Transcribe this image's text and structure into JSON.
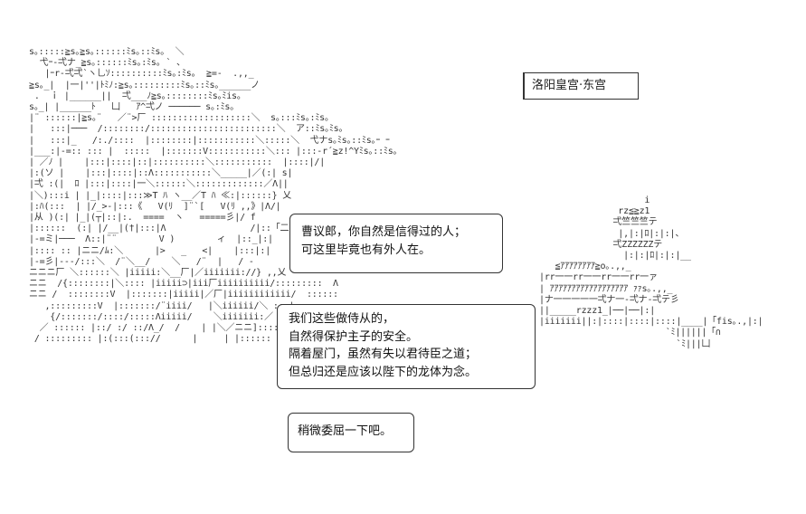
{
  "scene": {
    "location": "洛阳皇宫·东宫"
  },
  "dialogues": [
    {
      "lines": [
        "曹议郎，你自然是信得过的人；",
        "可这里毕竟也有外人在。"
      ]
    },
    {
      "lines": [
        "我们这些做侍从的，",
        "自然得保护主子的安全。",
        "隔着屋门，虽然有失以君待臣之道；",
        "但总归还是应该以陛下的龙体为念。"
      ]
    },
    {
      "lines": [
        "稍微委屈一下吧。"
      ]
    }
  ]
}
